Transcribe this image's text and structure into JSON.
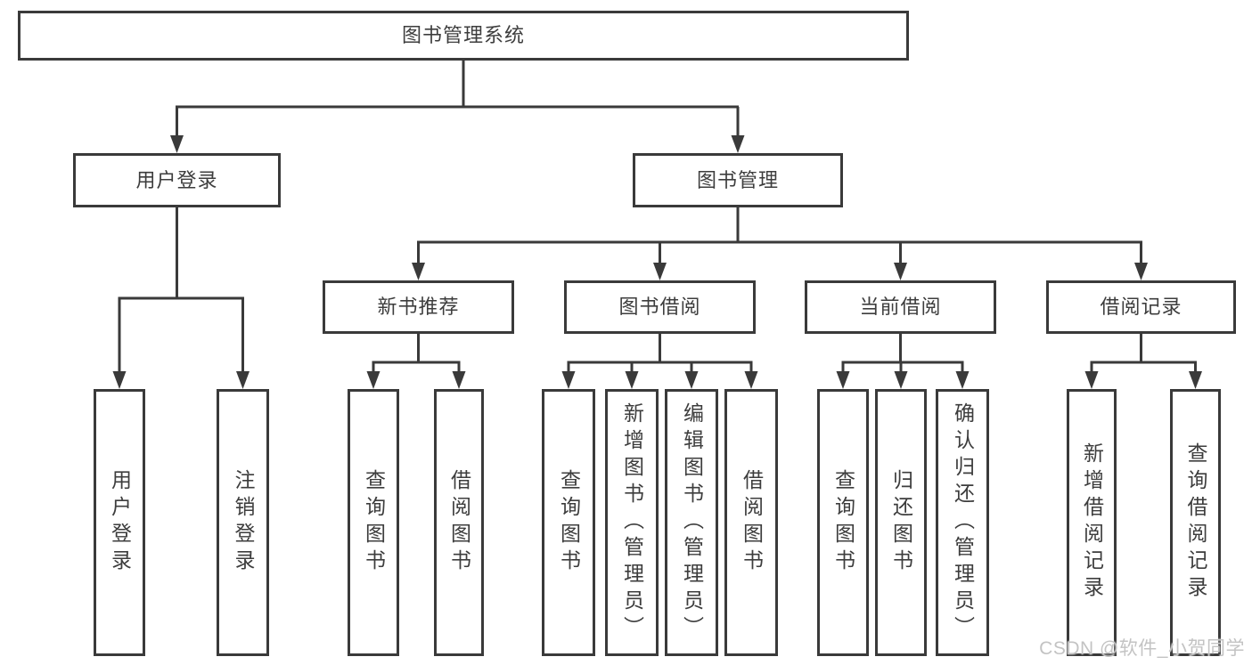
{
  "diagram_type": "functional-structure-tree",
  "tree": {
    "label": "图书管理系统",
    "children": [
      {
        "label": "用户登录",
        "children": [
          {
            "label": "用户登录"
          },
          {
            "label": "注销登录"
          }
        ]
      },
      {
        "label": "图书管理",
        "children": [
          {
            "label": "新书推荐",
            "children": [
              {
                "label": "查询图书"
              },
              {
                "label": "借阅图书"
              }
            ]
          },
          {
            "label": "图书借阅",
            "children": [
              {
                "label": "查询图书"
              },
              {
                "label": "新增图书（管理员）"
              },
              {
                "label": "编辑图书（管理员）"
              },
              {
                "label": "借阅图书"
              }
            ]
          },
          {
            "label": "当前借阅",
            "children": [
              {
                "label": "查询图书"
              },
              {
                "label": "归还图书"
              },
              {
                "label": "确认归还（管理员）"
              }
            ]
          },
          {
            "label": "借阅记录",
            "children": [
              {
                "label": "新增借阅记录"
              },
              {
                "label": "查询借阅记录"
              }
            ]
          }
        ]
      }
    ]
  },
  "watermark": "CSDN @软件_小贺同学",
  "colors": {
    "line": "#3a3a3a",
    "box_border": "#3a3a3a",
    "text": "#3d3d3d",
    "background": "#ffffff",
    "watermark": "#c3c3c3"
  }
}
